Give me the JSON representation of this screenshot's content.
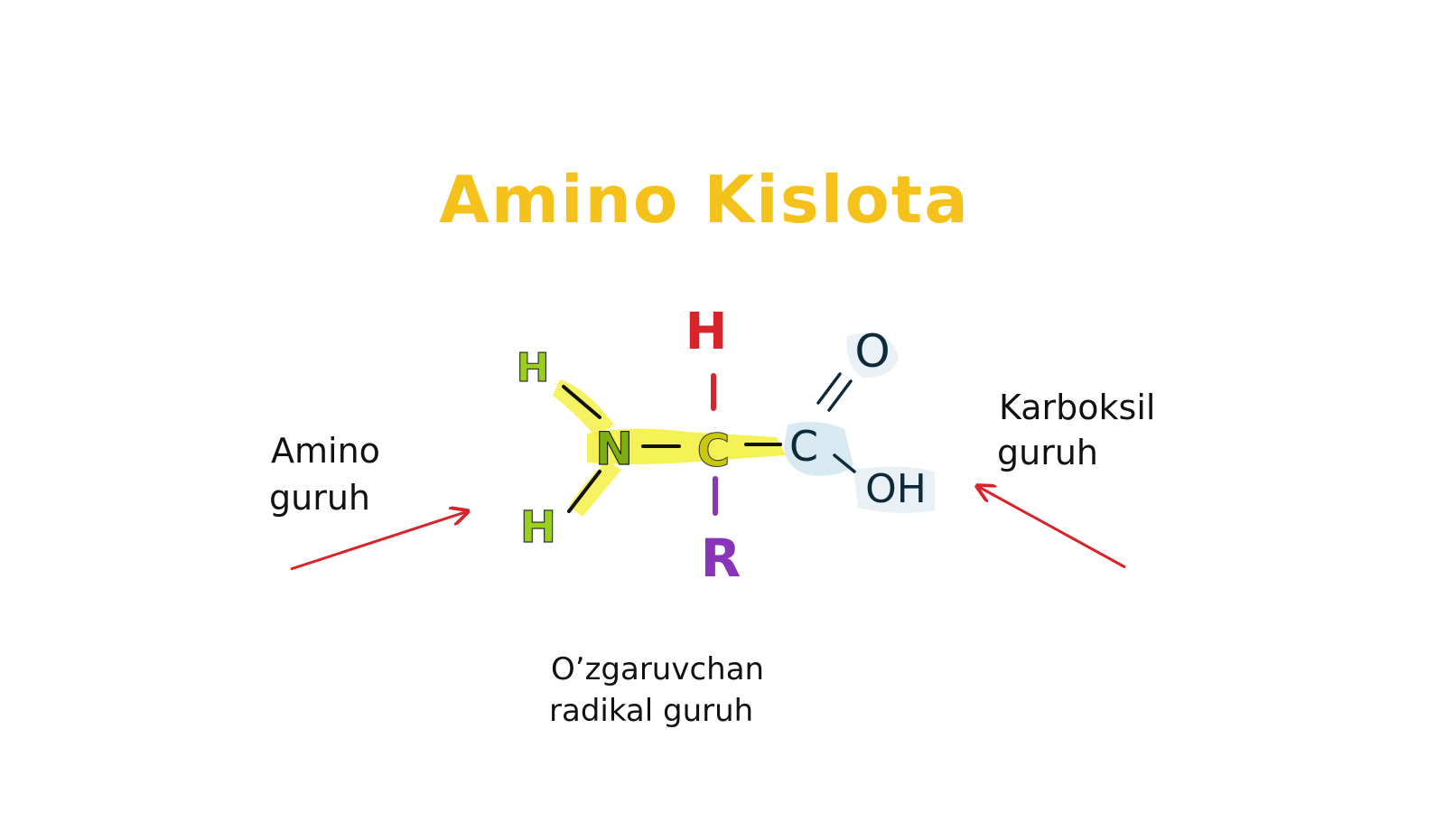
{
  "diagram": {
    "title": "Amino Kislota",
    "atoms": {
      "h_top_left": "H",
      "h_bottom_left": "H",
      "n": "N",
      "c_alpha": "C",
      "h_top": "H",
      "r": "R",
      "c_carboxyl": "C",
      "o_double": "O",
      "oh": "OH"
    },
    "labels": {
      "amino_line1": "Amino",
      "amino_line2": "guruh",
      "carboxyl_line1": "Karboksil",
      "carboxyl_line2": "guruh",
      "radical_line1": "O’zgaruvchan",
      "radical_line2": "radikal guruh"
    },
    "colors": {
      "title": "#f5c21b",
      "amino_group": "#9bcf1d",
      "amino_highlight": "#f2f03a",
      "hydrogen_top": "#d8232a",
      "radical": "#8a35b8",
      "carboxyl": "#0d2a3a",
      "carboxyl_highlight": "#cfe3ee",
      "arrow": "#d8232a",
      "text": "#111111"
    }
  }
}
